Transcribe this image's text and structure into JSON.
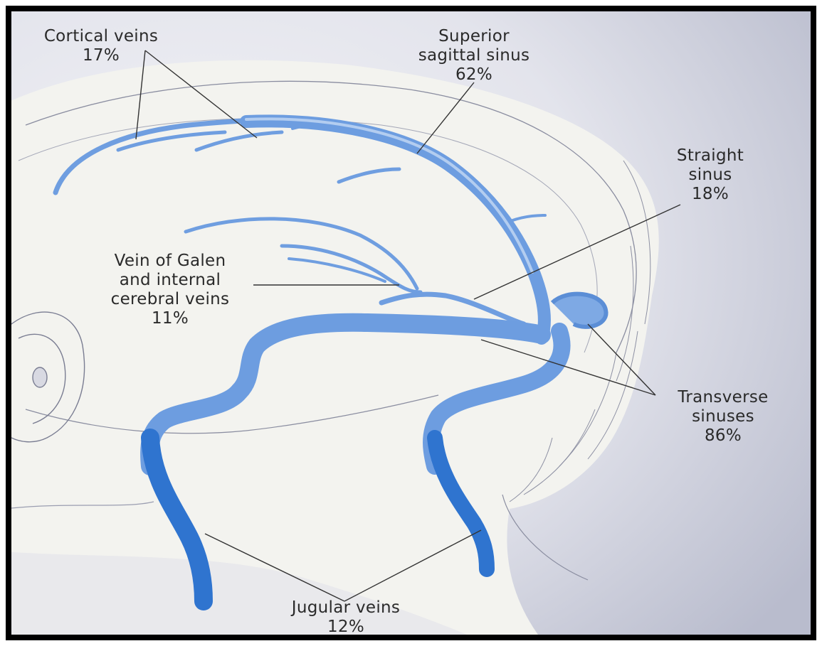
{
  "labels": {
    "cortical": {
      "line1": "Cortical veins",
      "pct": "17%"
    },
    "superior": {
      "line1": "Superior",
      "line2": "sagittal sinus",
      "pct": "62%"
    },
    "straight": {
      "line1": "Straight",
      "line2": "sinus",
      "pct": "18%"
    },
    "galen": {
      "line1": "Vein of Galen",
      "line2": "and internal",
      "line3": "cerebral veins",
      "pct": "11%"
    },
    "transverse": {
      "line1": "Transverse",
      "line2": "sinuses",
      "pct": "86%"
    },
    "jugular": {
      "line1": "Jugular veins",
      "pct": "12%"
    }
  },
  "colors": {
    "vein": "#6d9de0",
    "vein_dark": "#2f6cc4",
    "jugular": "#2f74cf",
    "skin": "#f2f2ee",
    "background": "#dfe0ea",
    "outline": "#7a7d92"
  }
}
